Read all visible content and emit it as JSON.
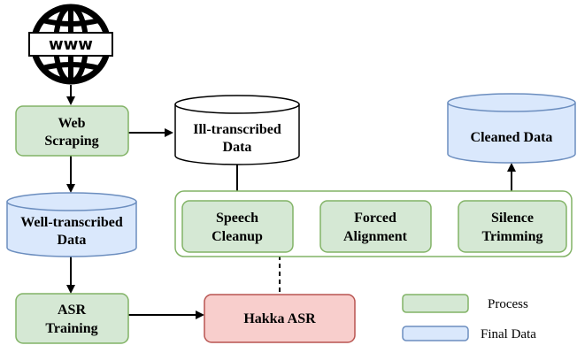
{
  "diagram": {
    "nodes": {
      "web_scraping": [
        "Web",
        "Scraping"
      ],
      "ill_transcribed": [
        "Ill-transcribed",
        "Data"
      ],
      "well_transcribed": [
        "Well-transcribed",
        "Data"
      ],
      "cleaned_data": [
        "Cleaned Data"
      ],
      "speech_cleanup": [
        "Speech",
        "Cleanup"
      ],
      "forced_alignment": [
        "Forced",
        "Alignment"
      ],
      "silence_trimming": [
        "Silence",
        "Trimming"
      ],
      "asr_training": [
        "ASR",
        "Training"
      ],
      "hakka_asr": [
        "Hakka ASR"
      ]
    },
    "globe_text": "www",
    "legend": {
      "process": "Process",
      "final_data": "Final Data"
    },
    "colors": {
      "process_fill": "#d5e8d4",
      "process_stroke": "#82b366",
      "data_fill": "#dae8fc",
      "data_stroke": "#6c8ebf",
      "model_fill": "#f8cecc",
      "model_stroke": "#b85450",
      "plain_fill": "#ffffff",
      "line": "#000000"
    }
  }
}
